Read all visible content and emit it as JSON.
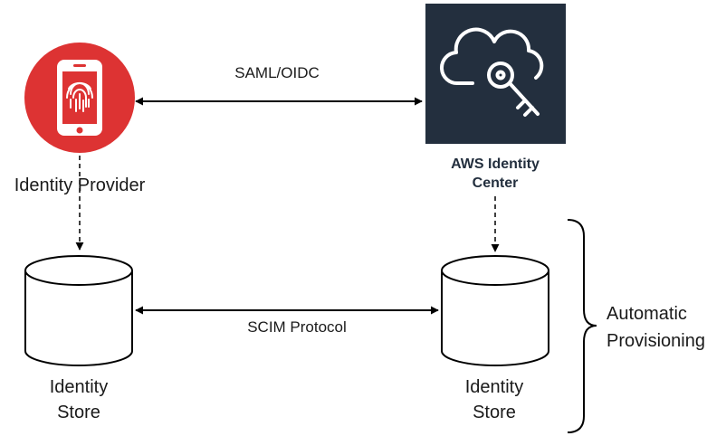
{
  "identity_provider": {
    "label": "Identity Provider",
    "icon": "fingerprint-phone-icon",
    "icon_bg_color": "#dd3333"
  },
  "aws_identity_center": {
    "label_line1": "AWS Identity",
    "label_line2": "Center",
    "icon": "cloud-key-icon",
    "icon_bg_color": "#232f3e",
    "label_color": "#232f3e"
  },
  "connections": {
    "saml_label": "SAML/OIDC",
    "scim_label": "SCIM Protocol"
  },
  "left_store": {
    "label_line1": "Identity",
    "label_line2": "Store"
  },
  "right_store": {
    "label_line1": "Identity",
    "label_line2": "Store"
  },
  "provisioning": {
    "label_line1": "Automatic",
    "label_line2": "Provisioning"
  }
}
